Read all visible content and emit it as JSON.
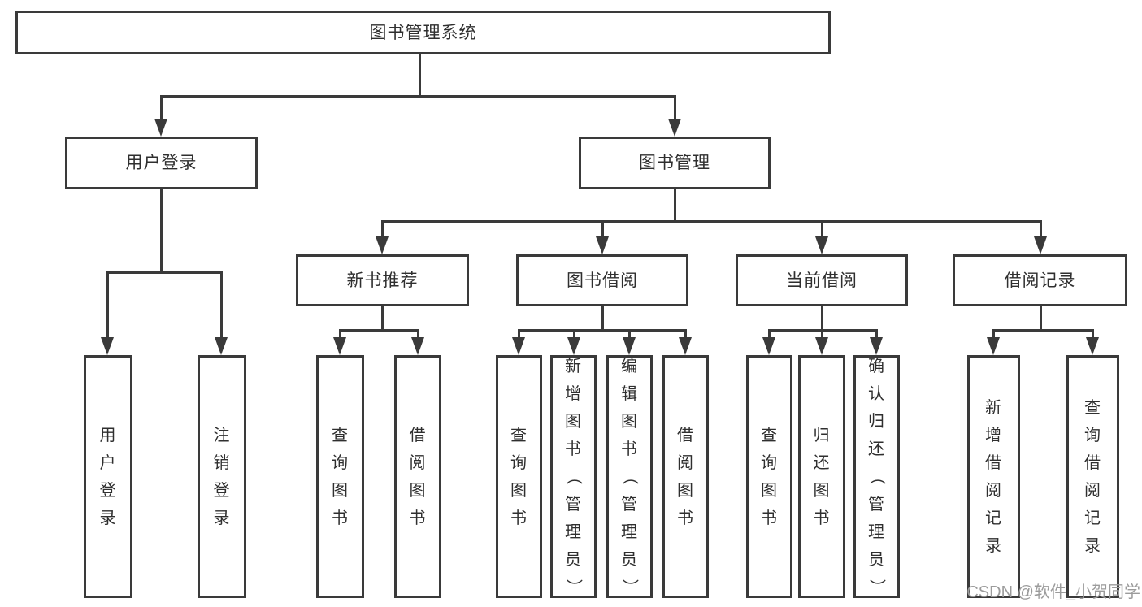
{
  "tree": {
    "root": {
      "label": "图书管理系统"
    },
    "level2": [
      {
        "label": "用户登录",
        "children": [
          {
            "label": "用户登录"
          },
          {
            "label": "注销登录"
          }
        ]
      },
      {
        "label": "图书管理",
        "children": [
          {
            "label": "新书推荐",
            "children": [
              {
                "label": "查询图书"
              },
              {
                "label": "借阅图书"
              }
            ]
          },
          {
            "label": "图书借阅",
            "children": [
              {
                "label": "查询图书"
              },
              {
                "label": "新增图书（管理员）"
              },
              {
                "label": "编辑图书（管理员）"
              },
              {
                "label": "借阅图书"
              }
            ]
          },
          {
            "label": "当前借阅",
            "children": [
              {
                "label": "查询图书"
              },
              {
                "label": "归还图书"
              },
              {
                "label": "确认归还（管理员）"
              }
            ]
          },
          {
            "label": "借阅记录",
            "children": [
              {
                "label": "新增借阅记录"
              },
              {
                "label": "查询借阅记录"
              }
            ]
          }
        ]
      }
    ]
  },
  "watermark": "CSDN @软件_小贺同学",
  "colors": {
    "line": "#3a3a3a",
    "text": "#2f2f2f",
    "watermark": "#9b9b9b",
    "background": "#ffffff"
  }
}
